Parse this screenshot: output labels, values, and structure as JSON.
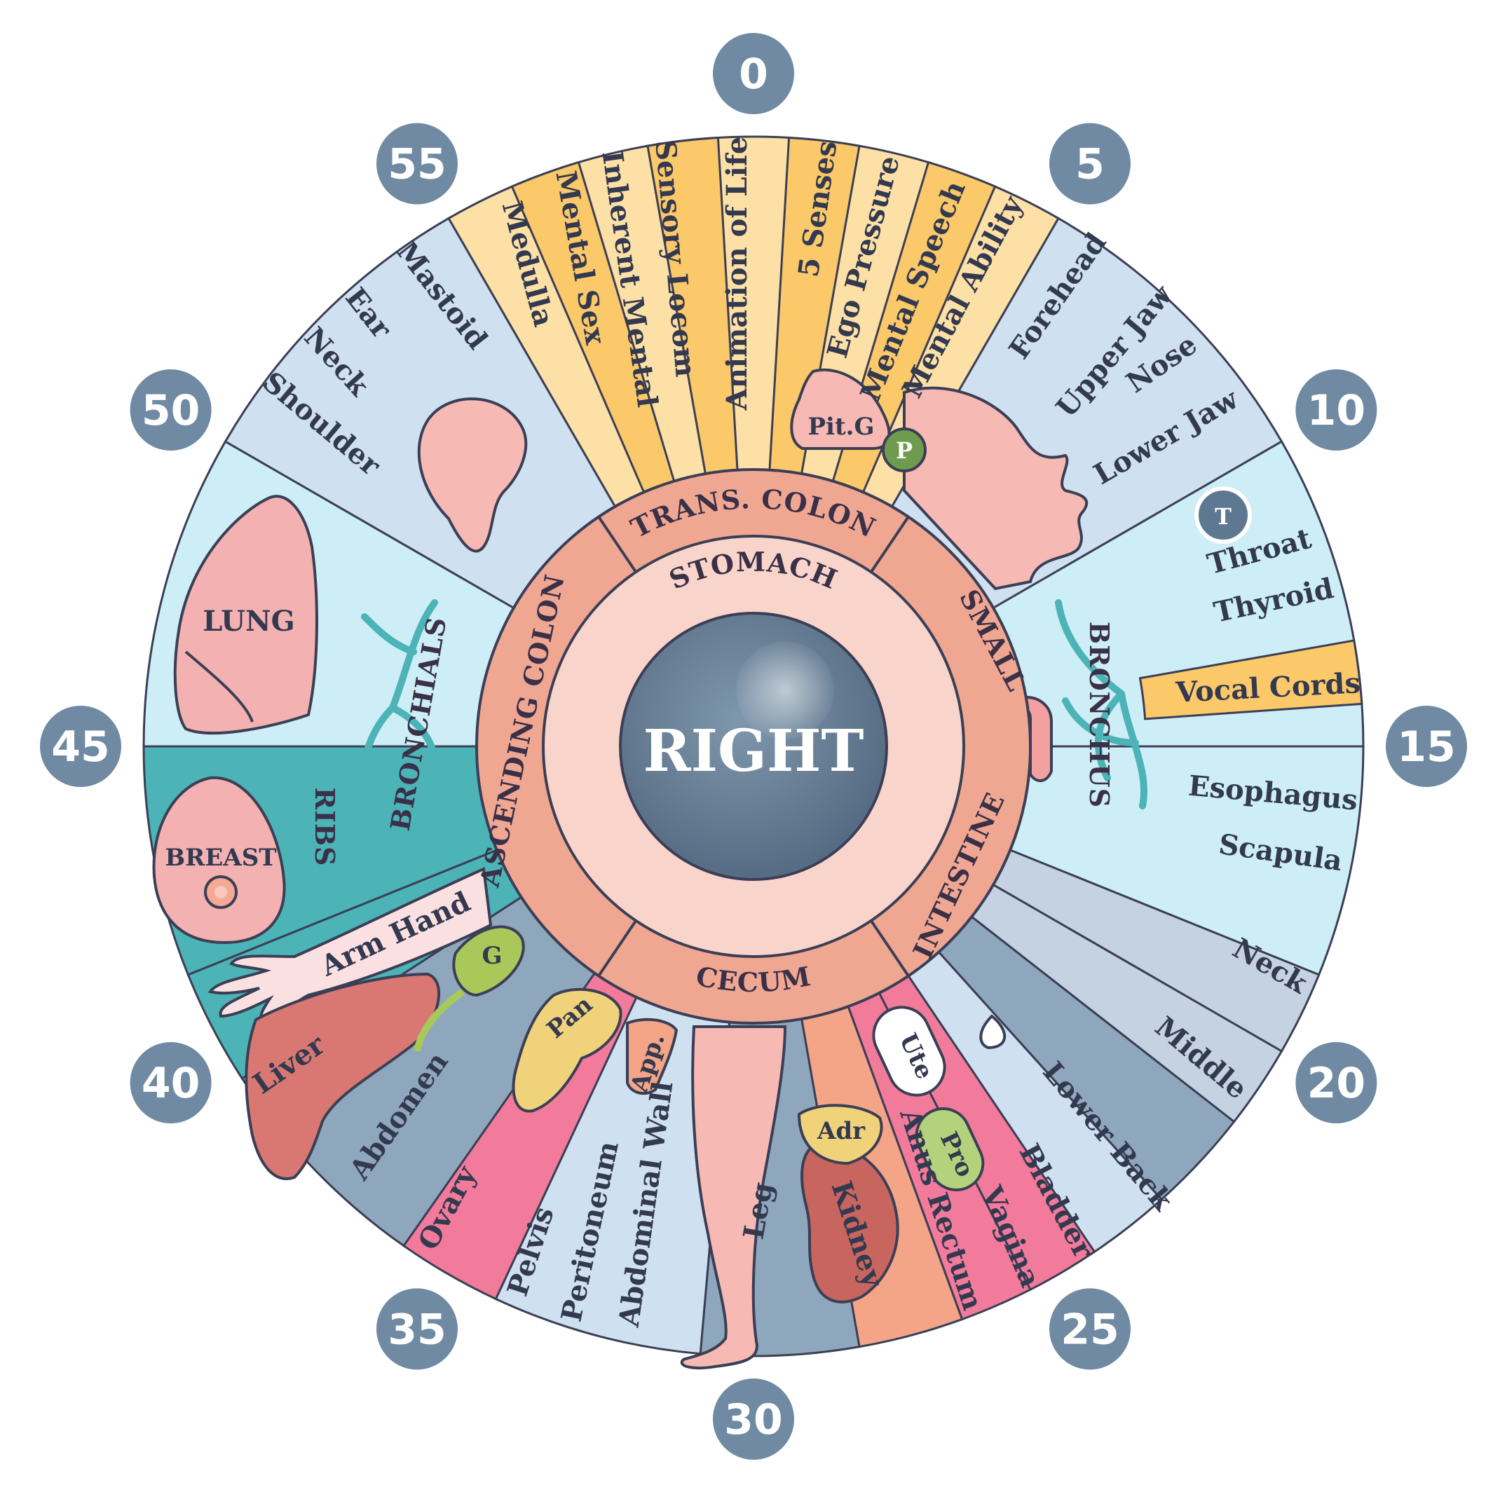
{
  "center": {
    "title": "RIGHT"
  },
  "clock_numbers": [
    "0",
    "5",
    "10",
    "15",
    "20",
    "25",
    "30",
    "35",
    "40",
    "45",
    "50",
    "55"
  ],
  "rings": {
    "inner_label": "STOMACH",
    "middle": {
      "trans_colon": "TRANS. COLON",
      "small": "SMALL",
      "intestine": "INTESTINE",
      "cecum": "CECUM",
      "ascending_colon": "ASCENDING COLON"
    }
  },
  "sectors": {
    "brain": [
      "Medulla",
      "Mental Sex",
      "Inherent Mental",
      "Sensory Locom",
      "Animation of Life",
      "5 Senses",
      "Ego Pressure",
      "Mental Speech",
      "Mental Ability"
    ],
    "face": [
      "Forehead",
      "Upper Jaw",
      "Nose",
      "Lower Jaw"
    ],
    "throat": [
      "Throat",
      "Thyroid",
      "Vocal Cords"
    ],
    "chest_right": [
      "Esophagus",
      "Scapula"
    ],
    "bronchus": "BRONCHUS",
    "spine": [
      "Neck",
      "Middle",
      "Lower Back"
    ],
    "urogenital": [
      "Bladder",
      "Vagina",
      "Anus Rectum"
    ],
    "lower_body": [
      "Kidney",
      "Leg",
      "Abdominal Wall",
      "Peritoneum",
      "Pelvis",
      "Ovary",
      "Abdomen"
    ],
    "upper_left": [
      "Mastoid",
      "Ear",
      "Neck",
      "Shoulder"
    ],
    "left_chest": [
      "LUNG",
      "BRONCHIALS",
      "RIBS",
      "BREAST"
    ],
    "arm": "Arm Hand",
    "organs": {
      "pituitary": "Pit.G",
      "pineal": "P",
      "thyroid_badge": "T",
      "gallbladder": "G",
      "pancreas": "Pan",
      "appendix": "App.",
      "liver": "Liver",
      "uterus": "Ute",
      "prostate": "Pro",
      "adrenal": "Adr"
    }
  },
  "colors": {
    "blue_light": "#cfe0f0",
    "blue_mid": "#8fa7bd",
    "cyan_light": "#cdeef6",
    "yellow": "#fbc86a",
    "yellow_light": "#fde0a6",
    "pink": "#f27b9c",
    "salmon": "#f4a487",
    "flesh": "#f6b9b4",
    "ring_colon": "#f0a792",
    "ring_stomach": "#f9d4cb",
    "center": "#5f7891",
    "badge": "#6f8aa2",
    "teal": "#4cb3b7"
  }
}
